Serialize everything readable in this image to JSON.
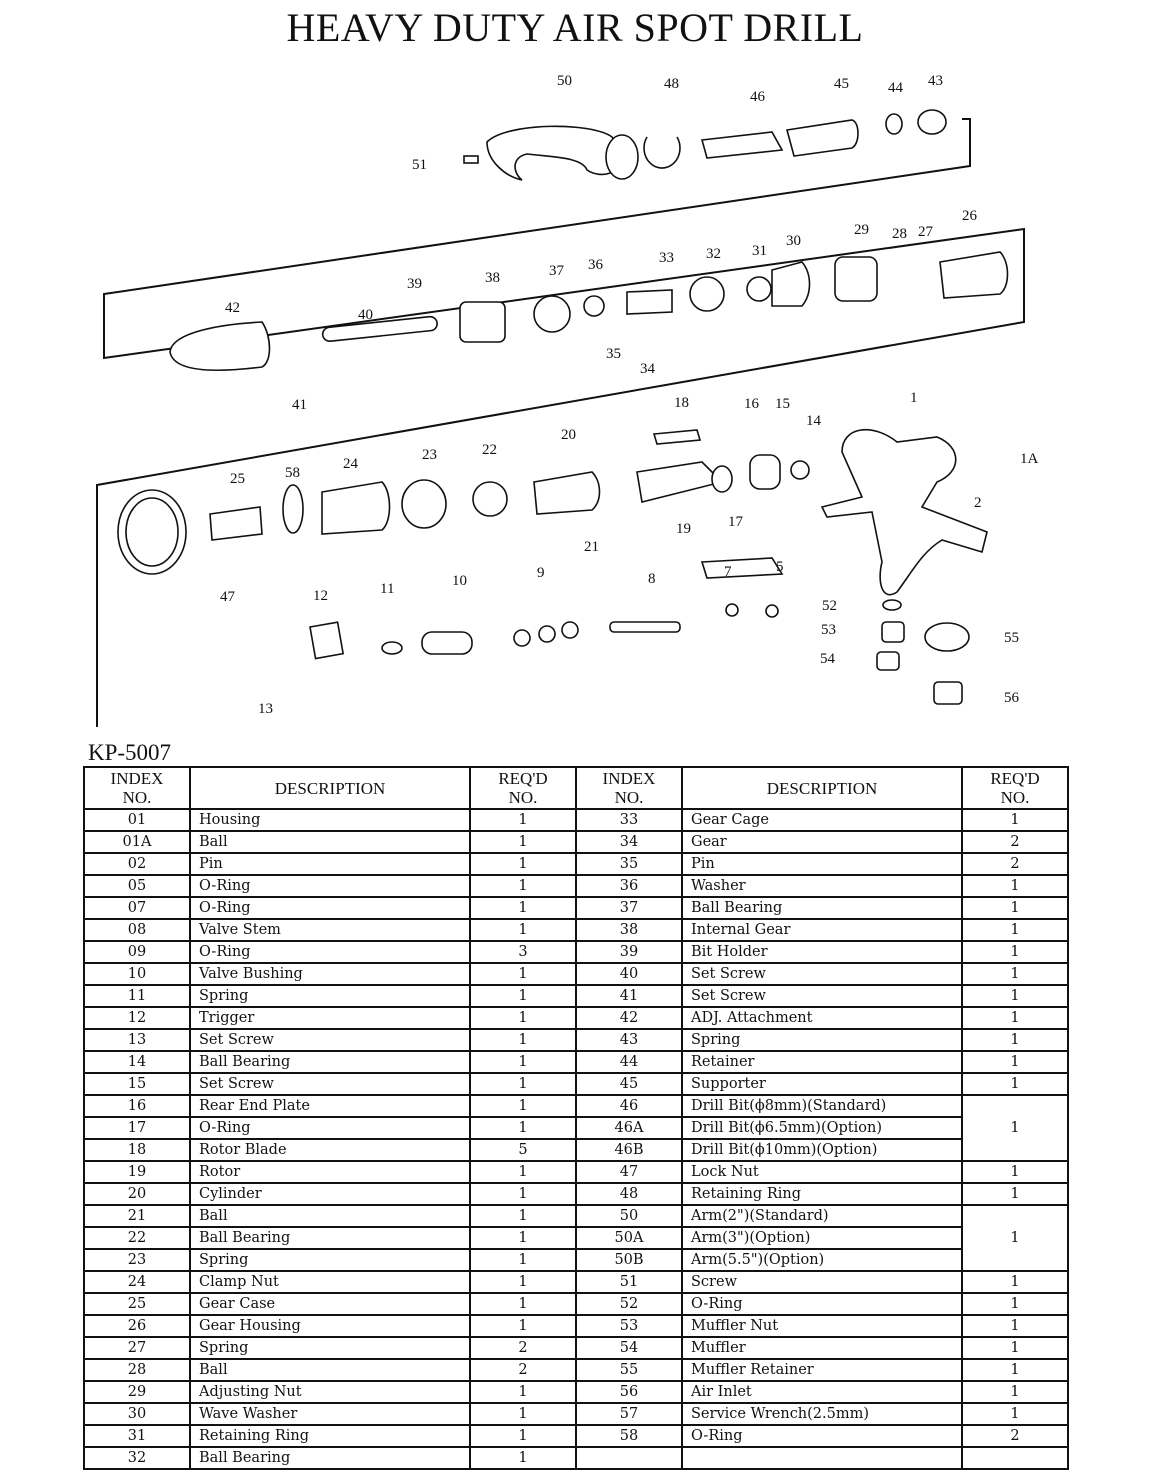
{
  "title": "HEAVY DUTY AIR SPOT DRILL",
  "model": "KP-5007",
  "headers": {
    "index_l1": "INDEX",
    "index_l2": "NO.",
    "description": "DESCRIPTION",
    "reqd_l1": "REQ'D",
    "reqd_l2": "NO."
  },
  "diagram_labels": [
    "50",
    "48",
    "46",
    "45",
    "44",
    "43",
    "51",
    "26",
    "29",
    "28",
    "27",
    "39",
    "38",
    "37",
    "36",
    "33",
    "32",
    "31",
    "30",
    "42",
    "40",
    "35",
    "34",
    "41",
    "18",
    "16",
    "15",
    "14",
    "1",
    "1A",
    "20",
    "23",
    "22",
    "24",
    "58",
    "25",
    "2",
    "21",
    "19",
    "17",
    "47",
    "9",
    "8",
    "7",
    "5",
    "12",
    "11",
    "10",
    "52",
    "53",
    "55",
    "54",
    "13",
    "56"
  ],
  "left_rows": [
    [
      "01",
      "Housing",
      "1"
    ],
    [
      "01A",
      "Ball",
      "1"
    ],
    [
      "02",
      "Pin",
      "1"
    ],
    [
      "05",
      "O-Ring",
      "1"
    ],
    [
      "07",
      "O-Ring",
      "1"
    ],
    [
      "08",
      "Valve Stem",
      "1"
    ],
    [
      "09",
      "O-Ring",
      "3"
    ],
    [
      "10",
      "Valve Bushing",
      "1"
    ],
    [
      "11",
      "Spring",
      "1"
    ],
    [
      "12",
      "Trigger",
      "1"
    ],
    [
      "13",
      "Set Screw",
      "1"
    ],
    [
      "14",
      "Ball Bearing",
      "1"
    ],
    [
      "15",
      "Set Screw",
      "1"
    ],
    [
      "16",
      "Rear End Plate",
      "1"
    ],
    [
      "17",
      "O-Ring",
      "1"
    ],
    [
      "18",
      "Rotor Blade",
      "5"
    ],
    [
      "19",
      "Rotor",
      "1"
    ],
    [
      "20",
      "Cylinder",
      "1"
    ],
    [
      "21",
      "Ball",
      "1"
    ],
    [
      "22",
      "Ball Bearing",
      "1"
    ],
    [
      "23",
      "Spring",
      "1"
    ],
    [
      "24",
      "Clamp Nut",
      "1"
    ],
    [
      "25",
      "Gear Case",
      "1"
    ],
    [
      "26",
      "Gear Housing",
      "1"
    ],
    [
      "27",
      "Spring",
      "2"
    ],
    [
      "28",
      "Ball",
      "2"
    ],
    [
      "29",
      "Adjusting Nut",
      "1"
    ],
    [
      "30",
      "Wave Washer",
      "1"
    ],
    [
      "31",
      "Retaining Ring",
      "1"
    ],
    [
      "32",
      "Ball Bearing",
      "1"
    ]
  ],
  "right_rows": [
    {
      "index": "33",
      "desc": "Gear Cage",
      "req": "1"
    },
    {
      "index": "34",
      "desc": "Gear",
      "req": "2"
    },
    {
      "index": "35",
      "desc": "Pin",
      "req": "2"
    },
    {
      "index": "36",
      "desc": "Washer",
      "req": "1"
    },
    {
      "index": "37",
      "desc": "Ball Bearing",
      "req": "1"
    },
    {
      "index": "38",
      "desc": "Internal Gear",
      "req": "1"
    },
    {
      "index": "39",
      "desc": "Bit Holder",
      "req": "1"
    },
    {
      "index": "40",
      "desc": "Set Screw",
      "req": "1"
    },
    {
      "index": "41",
      "desc": "Set Screw",
      "req": "1"
    },
    {
      "index": "42",
      "desc": "ADJ. Attachment",
      "req": "1"
    },
    {
      "index": "43",
      "desc": "Spring",
      "req": "1"
    },
    {
      "index": "44",
      "desc": "Retainer",
      "req": "1"
    },
    {
      "index": "45",
      "desc": "Supporter",
      "req": "1"
    },
    {
      "index": "46",
      "desc": "Drill Bit(ϕ8mm)(Standard)",
      "req": "1",
      "span": 3
    },
    {
      "index": "46A",
      "desc": "Drill Bit(ϕ6.5mm)(Option)"
    },
    {
      "index": "46B",
      "desc": "Drill Bit(ϕ10mm)(Option)"
    },
    {
      "index": "47",
      "desc": "Lock Nut",
      "req": "1"
    },
    {
      "index": "48",
      "desc": "Retaining Ring",
      "req": "1"
    },
    {
      "index": "50",
      "desc": "Arm(2\")(Standard)",
      "req": "1",
      "span": 3
    },
    {
      "index": "50A",
      "desc": "Arm(3\")(Option)"
    },
    {
      "index": "50B",
      "desc": "Arm(5.5\")(Option)"
    },
    {
      "index": "51",
      "desc": "Screw",
      "req": "1"
    },
    {
      "index": "52",
      "desc": "O-Ring",
      "req": "1"
    },
    {
      "index": "53",
      "desc": "Muffler Nut",
      "req": "1"
    },
    {
      "index": "54",
      "desc": "Muffler",
      "req": "1"
    },
    {
      "index": "55",
      "desc": "Muffler Retainer",
      "req": "1"
    },
    {
      "index": "56",
      "desc": "Air Inlet",
      "req": "1"
    },
    {
      "index": "57",
      "desc": "Service Wrench(2.5mm)",
      "req": "1"
    },
    {
      "index": "58",
      "desc": "O-Ring",
      "req": "2"
    },
    {
      "index": "",
      "desc": "",
      "req": ""
    }
  ]
}
